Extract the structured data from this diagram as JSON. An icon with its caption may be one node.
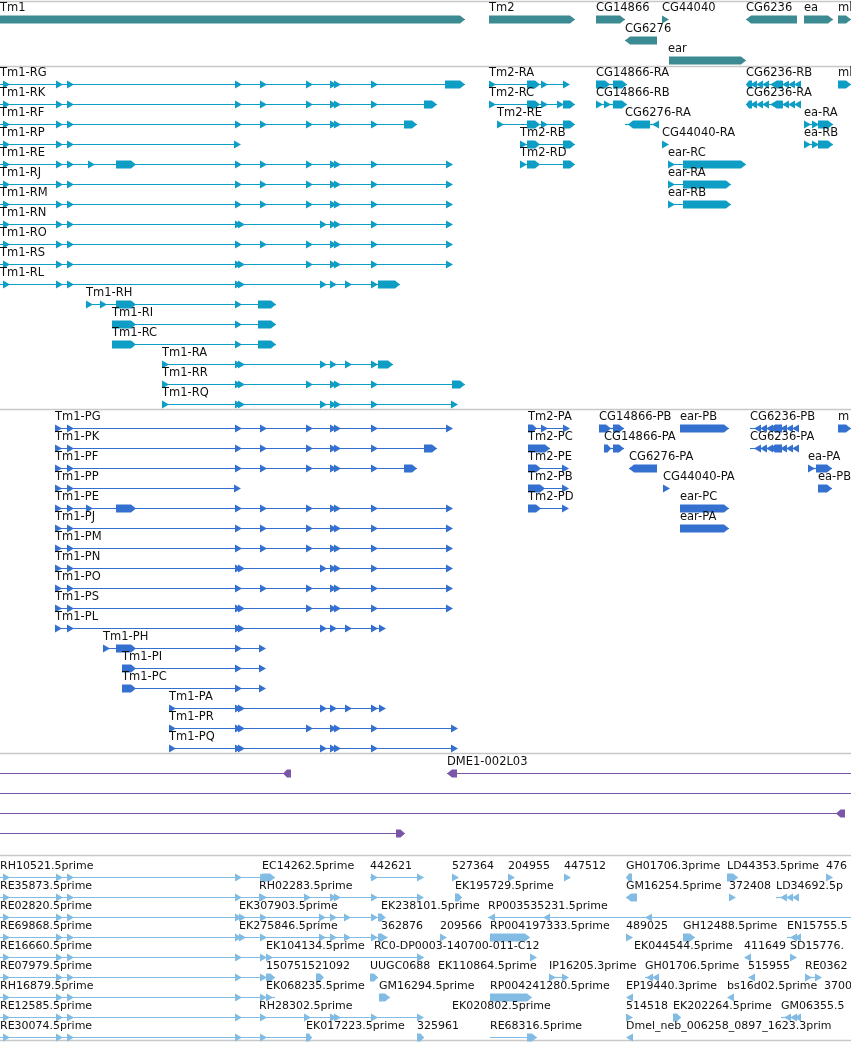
{
  "diagram": {
    "labels": [
      "Tm1",
      "Tm2",
      "CG14866",
      "CG44040",
      "CG6236",
      "ea",
      "ml",
      "CG6276",
      "ear",
      "Tm1-RG",
      "Tm2-RA",
      "CG14866-RA",
      "CG6236-RB",
      "ml",
      "Tm1-RK",
      "Tm2-RC",
      "CG14866-RB",
      "CG6236-RA",
      "Tm1-RF",
      "Tm2-RE",
      "CG6276-RA",
      "ea-RA",
      "Tm1-RP",
      "Tm2-RB",
      "CG44040-RA",
      "ea-RB",
      "Tm1-RE",
      "Tm2-RD",
      "ear-RC",
      "Tm1-RJ",
      "ear-RA",
      "Tm1-RM",
      "ear-RB",
      "Tm1-RN",
      "Tm1-RO",
      "Tm1-RS",
      "Tm1-RL",
      "Tm1-RH",
      "Tm1-RI",
      "Tm1-RC",
      "Tm1-RA",
      "Tm1-RR",
      "Tm1-RQ",
      "Tm1-PG",
      "Tm2-PA",
      "CG14866-PB",
      "ear-PB",
      "CG6236-PB",
      "m",
      "Tm1-PK",
      "Tm2-PC",
      "CG14866-PA",
      "CG6236-PA",
      "Tm1-PF",
      "Tm2-PE",
      "CG6276-PA",
      "ea-PA",
      "Tm1-PP",
      "Tm2-PB",
      "CG44040-PA",
      "ea-PB",
      "Tm1-PE",
      "Tm2-PD",
      "ear-PC",
      "Tm1-PJ",
      "ear-PA",
      "Tm1-PM",
      "Tm1-PN",
      "Tm1-PO",
      "Tm1-PS",
      "Tm1-PL",
      "Tm1-PH",
      "Tm1-PI",
      "Tm1-PC",
      "Tm1-PA",
      "Tm1-PR",
      "Tm1-PQ",
      "DME1-002L03",
      "RH10521.5prime",
      "EC14262.5prime",
      "442621",
      "527364",
      "204955",
      "447512",
      "GH01706.3prime",
      "LD44353.5prime",
      "476",
      "RE35873.5prime",
      "RH02283.5prime",
      "EK195729.5prime",
      "GM16254.5prime",
      "372408",
      "LD34692.5p",
      "RE02820.5prime",
      "EK307903.5prime",
      "EK238101.5prime",
      "RP003535231.5prime",
      "RE69868.5prime",
      "EK275846.5prime",
      "362876",
      "209566",
      "RP004197333.5prime",
      "489025",
      "GH12488.5prime",
      "EN15755.5",
      "RE16660.5prime",
      "EK104134.5prime",
      "RC0-DP0003-140700-011-C12",
      "EK044544.5prime",
      "411649",
      "SD15776.",
      "RE07979.5prime",
      "150751521092",
      "UUGC0688",
      "EK110864.5prime",
      "IP16205.3prime",
      "GH01706.5prime",
      "515955",
      "RE0362",
      "RH16879.5prime",
      "EK068235.5prime",
      "GM16294.5prime",
      "RP004241280.5prime",
      "EP19440.3prime",
      "bs16d02.5prime",
      "3700",
      "RE12585.5prime",
      "RH28302.5prime",
      "EK020802.5prime",
      "514518",
      "EK202264.5prime",
      "GM06355.5",
      "RE30074.5prime",
      "EK017223.5prime",
      "325961",
      "RE68316.5prime",
      "Dmel_neb_006258_0897_1623.3prim"
    ]
  }
}
